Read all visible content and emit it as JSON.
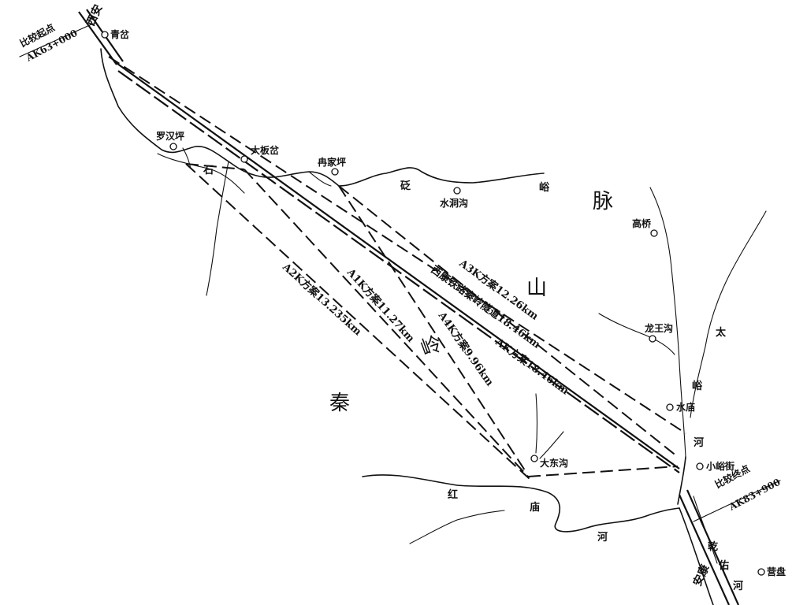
{
  "start_point": {
    "line1": "比较起点",
    "line2": "AK63+000"
  },
  "end_point": {
    "line1": "比较终点",
    "line2": "AK83+900"
  },
  "rail_ends": {
    "north": "西安",
    "south": "安康"
  },
  "places": {
    "qinggu": "青岔",
    "luohanping": "罗汉坪",
    "dabancha": "大板岔",
    "ranjiaping": "冉家坪",
    "shuidonggou": "水洞沟",
    "gaoqiao": "高桥",
    "longwanggou": "龙王沟",
    "shuimiao": "水庙",
    "xiaoyujie": "小峪街",
    "dadonggou": "大东沟",
    "yingpan": "营盘"
  },
  "mountain_range": {
    "chars": [
      "秦",
      "岭",
      "山",
      "脉"
    ]
  },
  "rivers": {
    "shi_river": [
      "石",
      "砭",
      "峪"
    ],
    "tai_river": [
      "太",
      "峪",
      "河"
    ],
    "hongmiao_river": [
      "红",
      "庙",
      "河"
    ],
    "qianyou_river": [
      "乾",
      "佑",
      "河"
    ]
  },
  "routes": {
    "a3k": "A3K方案12.26km",
    "main_tunnel": "西康铁路秦岭隧道18.46km",
    "ak": "AK方案18.46km",
    "a4k": "A4K方案9.96km",
    "a1k": "A1K方案11.27km",
    "a2k": "A2K方案13.235km"
  }
}
